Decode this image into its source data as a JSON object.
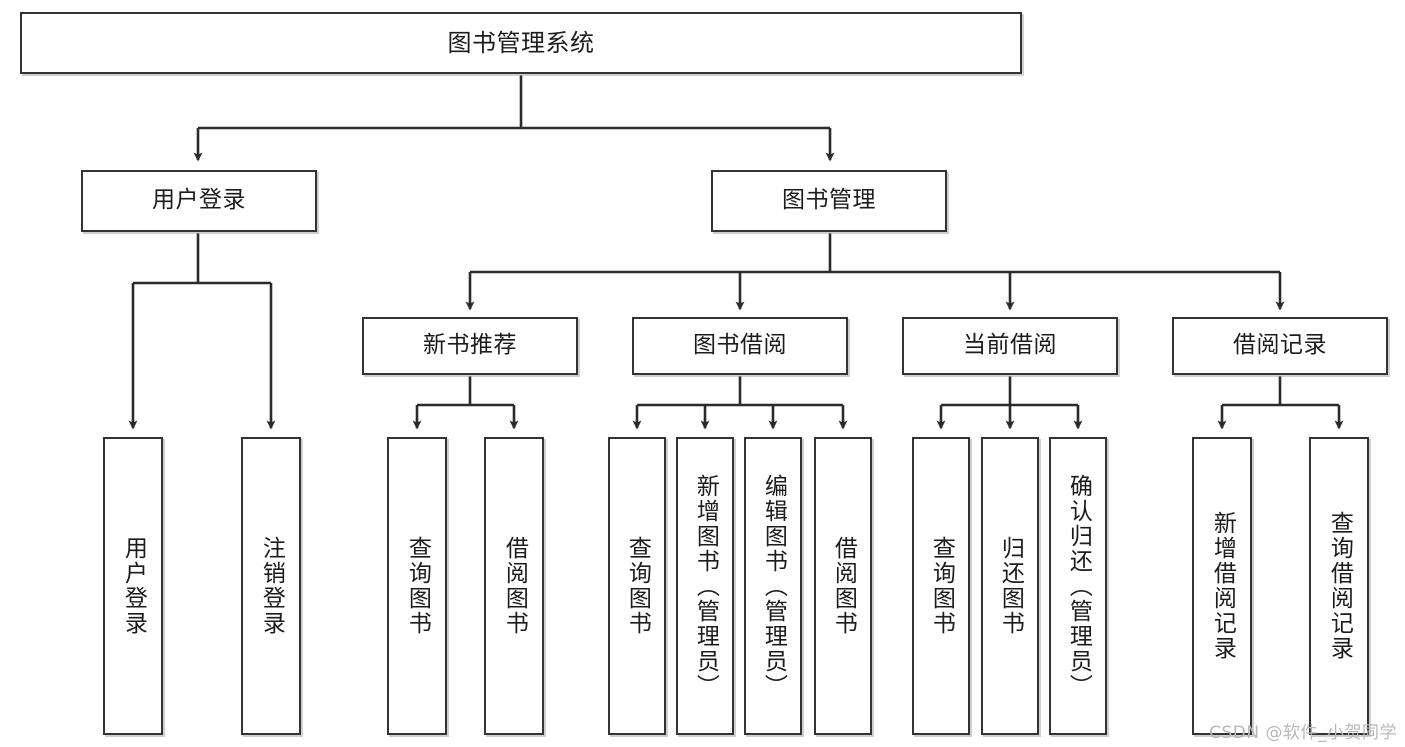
{
  "diagram": {
    "type": "tree-hierarchy",
    "title": "图书管理系统",
    "background_color": "#ffffff",
    "box_border_color": "#333333",
    "edge_color": "#2b2b2b",
    "text_color": "#1c1c1c",
    "root": {
      "id": "root",
      "label": "图书管理系统",
      "orientation": "horizontal"
    },
    "level2": [
      {
        "id": "user-login",
        "label": "用户登录",
        "orientation": "horizontal"
      },
      {
        "id": "book-management",
        "label": "图书管理",
        "orientation": "horizontal"
      }
    ],
    "level3": [
      {
        "id": "new-book-recommend",
        "label": "新书推荐",
        "orientation": "horizontal",
        "parent": "book-management"
      },
      {
        "id": "book-borrow",
        "label": "图书借阅",
        "orientation": "horizontal",
        "parent": "book-management"
      },
      {
        "id": "current-borrow",
        "label": "当前借阅",
        "orientation": "horizontal",
        "parent": "book-management"
      },
      {
        "id": "borrow-record",
        "label": "借阅记录",
        "orientation": "horizontal",
        "parent": "book-management"
      }
    ],
    "leaves": [
      {
        "id": "leaf-user-login",
        "label": "用户登录",
        "parent": "user-login",
        "orientation": "vertical"
      },
      {
        "id": "leaf-user-logout",
        "label": "注销登录",
        "parent": "user-login",
        "orientation": "vertical"
      },
      {
        "id": "leaf-query-book-1",
        "label": "查询图书",
        "parent": "new-book-recommend",
        "orientation": "vertical"
      },
      {
        "id": "leaf-borrow-book-1",
        "label": "借阅图书",
        "parent": "new-book-recommend",
        "orientation": "vertical"
      },
      {
        "id": "leaf-query-book-2",
        "label": "查询图书",
        "parent": "book-borrow",
        "orientation": "vertical"
      },
      {
        "id": "leaf-add-book",
        "label": "新增图书（管理员）",
        "parent": "book-borrow",
        "orientation": "vertical"
      },
      {
        "id": "leaf-edit-book",
        "label": "编辑图书（管理员）",
        "parent": "book-borrow",
        "orientation": "vertical"
      },
      {
        "id": "leaf-borrow-book-2",
        "label": "借阅图书",
        "parent": "book-borrow",
        "orientation": "vertical"
      },
      {
        "id": "leaf-query-book-3",
        "label": "查询图书",
        "parent": "current-borrow",
        "orientation": "vertical"
      },
      {
        "id": "leaf-return-book",
        "label": "归还图书",
        "parent": "current-borrow",
        "orientation": "vertical"
      },
      {
        "id": "leaf-confirm-return",
        "label": "确认归还（管理员）",
        "parent": "current-borrow",
        "orientation": "vertical"
      },
      {
        "id": "leaf-add-borrow-record",
        "label": "新增借阅记录",
        "parent": "borrow-record",
        "orientation": "vertical"
      },
      {
        "id": "leaf-query-borrow-record",
        "label": "查询借阅记录",
        "parent": "borrow-record",
        "orientation": "vertical"
      }
    ],
    "watermark": "CSDN @软件_小贺同学"
  }
}
